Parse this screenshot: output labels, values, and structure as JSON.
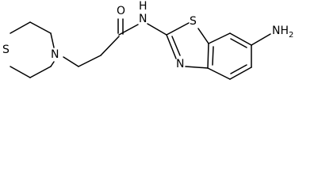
{
  "molecule": {
    "atoms": {
      "thiomorpholine_s": "S",
      "thiomorpholine_n": "N",
      "carbonyl_o": "O",
      "amide_n": "N",
      "amide_h": "H",
      "thiazole_s": "S",
      "thiazole_n": "N",
      "amine": "NH",
      "amine_sub": "2"
    }
  },
  "colors": {
    "bond": "#000000",
    "label": "#000000",
    "background": "#ffffff"
  }
}
